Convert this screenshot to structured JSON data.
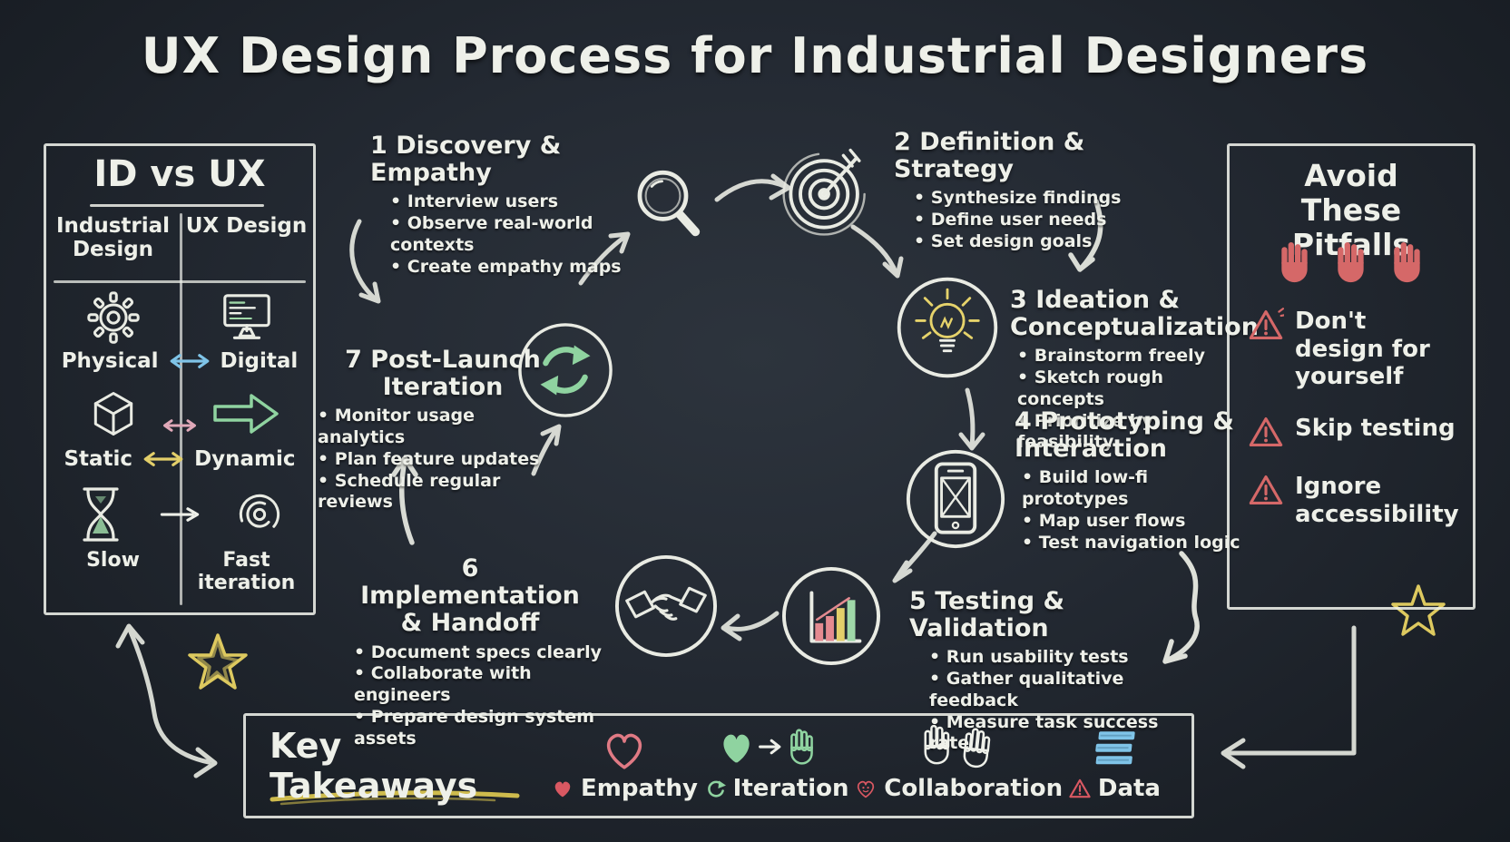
{
  "title": "UX Design Process for Industrial Designers",
  "comparison": {
    "title": "ID vs UX",
    "columns": [
      "Industrial Design",
      "UX Design"
    ],
    "rows": [
      {
        "left": "Physical",
        "right": "Digital",
        "left_icon": "gear-icon",
        "right_icon": "monitor-icon",
        "arrow_color": "#7fc4e8"
      },
      {
        "left": "Static",
        "right": "Dynamic",
        "left_icon": "cube-icon",
        "right_icon": "double-arrow-icon",
        "arrow_color": "#e3cf6a"
      },
      {
        "left": "Slow",
        "right": "Fast iteration",
        "left_icon": "hourglass-icon",
        "right_icon": "iteration-rings-icon",
        "arrow_color": "#eef0e9"
      }
    ]
  },
  "steps": [
    {
      "number": "1",
      "title": "Discovery & Empathy",
      "icon": "magnifier-icon",
      "bullets": [
        "Interview users",
        "Observe real-world contexts",
        "Create empathy maps"
      ]
    },
    {
      "number": "2",
      "title": "Definition & Strategy",
      "icon": "target-icon",
      "bullets": [
        "Synthesize findings",
        "Define user needs",
        "Set design goals"
      ]
    },
    {
      "number": "3",
      "title": "Ideation & Conceptualization",
      "icon": "lightbulb-icon",
      "bullets": [
        "Brainstorm freely",
        "Sketch rough concepts",
        "Prioritize by feasibility"
      ]
    },
    {
      "number": "4",
      "title": "Prototyping & Interaction",
      "icon": "phone-icon",
      "bullets": [
        "Build low-fi prototypes",
        "Map user flows",
        "Test navigation logic"
      ]
    },
    {
      "number": "5",
      "title": "Testing & Validation",
      "icon": "bar-chart-icon",
      "bullets": [
        "Run usability tests",
        "Gather qualitative feedback",
        "Measure task success rate"
      ]
    },
    {
      "number": "6",
      "title": "Implementation & Handoff",
      "icon": "handshake-icon",
      "bullets": [
        "Document specs clearly",
        "Collaborate with engineers",
        "Prepare design system assets"
      ]
    },
    {
      "number": "7",
      "title": "Post-Launch Iteration",
      "icon": "refresh-icon",
      "bullets": [
        "Monitor usage analytics",
        "Plan feature updates",
        "Schedule regular reviews"
      ]
    }
  ],
  "pitfalls": {
    "title": "Avoid These Pitfalls",
    "hands_icon": "stop-hand-icon",
    "items": [
      {
        "icon": "warning-triangle-icon",
        "text": "Don't design for yourself"
      },
      {
        "icon": "warning-triangle-icon",
        "text": "Skip testing"
      },
      {
        "icon": "warning-triangle-icon",
        "text": "Ignore accessibility"
      }
    ]
  },
  "takeaways": {
    "title": "Key Takeaways",
    "items": [
      {
        "label": "Empathy",
        "big_icon": "heart-outline-icon",
        "bullet_icon": "heart-icon"
      },
      {
        "label": "Iteration",
        "big_icon": "heart-arrow-hand-icon",
        "bullet_icon": "refresh-arrow-icon"
      },
      {
        "label": "Collaboration",
        "big_icon": "two-hands-icon",
        "bullet_icon": "heart-face-icon"
      },
      {
        "label": "Data",
        "big_icon": "list-bars-icon",
        "bullet_icon": "warning-triangle-icon"
      }
    ]
  },
  "colors": {
    "background": "#20262d",
    "chalk": "#eef0e9",
    "blue": "#7fc4e8",
    "green": "#8fd3a0",
    "yellow": "#e3cf6a",
    "pink": "#e48a90",
    "red": "#d95862",
    "salmon": "#d56868"
  }
}
